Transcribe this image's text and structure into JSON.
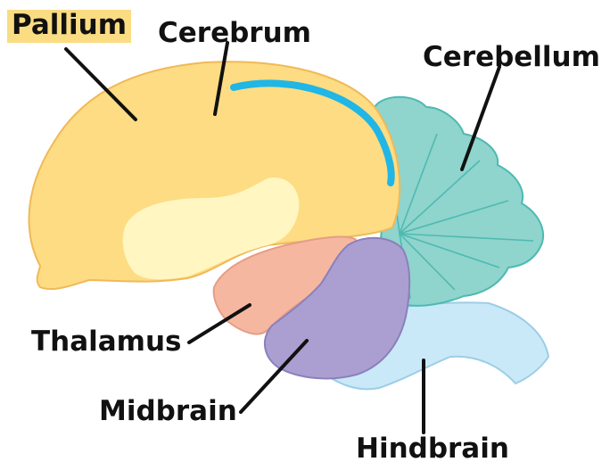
{
  "labels": {
    "pallium": "Pallium",
    "cerebrum": "Cerebrum",
    "cerebellum": "Cerebellum",
    "thalamus": "Thalamus",
    "midbrain": "Midbrain",
    "hindbrain": "Hindbrain"
  },
  "colors": {
    "cerebrum_fill": "#fddc83",
    "cerebrum_stroke": "#f0b957",
    "inner_highlight": "#fff6c2",
    "stripe": "#20b6e6",
    "cerebellum_fill": "#8fd4cd",
    "cerebellum_stroke": "#4ebab1",
    "thalamus_fill": "#f6b7a1",
    "thalamus_stroke": "#e69d86",
    "midbrain_fill": "#ab9fd1",
    "midbrain_stroke": "#8b80bb",
    "hindbrain_fill": "#cae9f8",
    "hindbrain_stroke": "#9ccde6",
    "pallium_highlight": "#fadc82",
    "leader_line": "#111111"
  }
}
